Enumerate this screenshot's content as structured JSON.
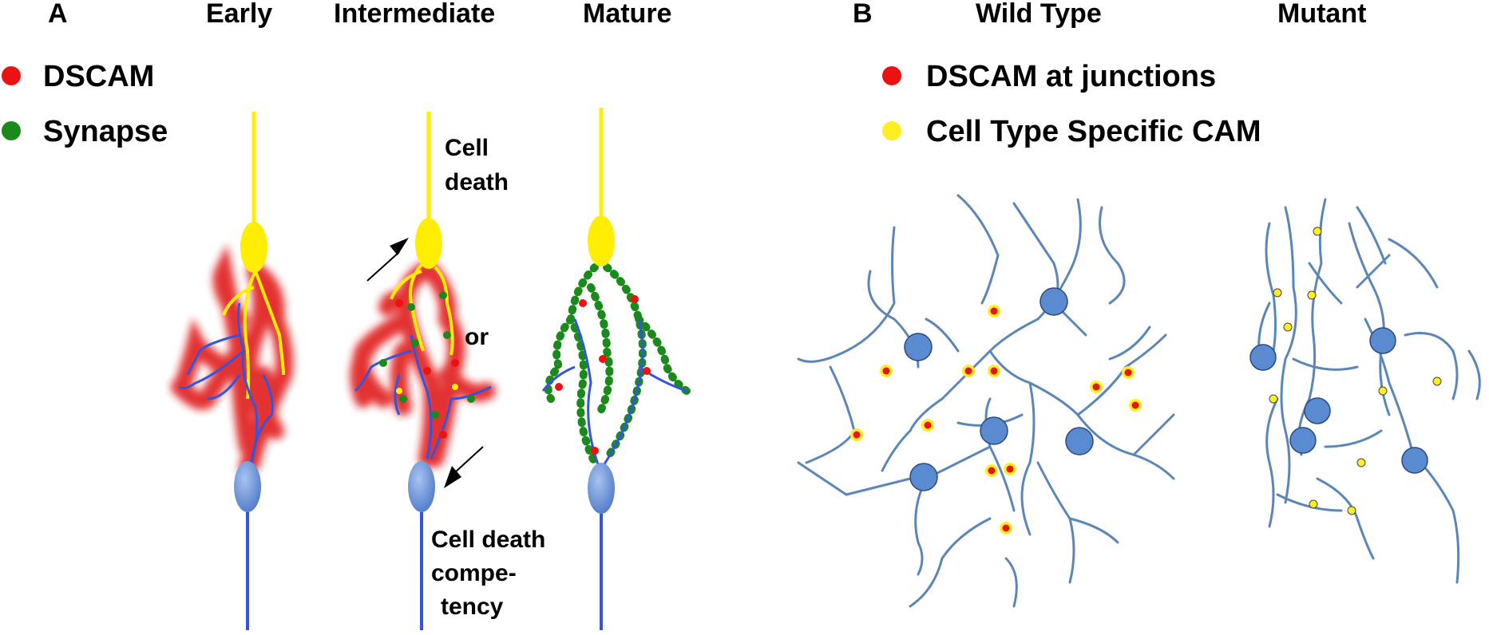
{
  "panel_a": {
    "letter": "A",
    "stage_labels": [
      "Early",
      "Intermediate",
      "Mature"
    ],
    "legend": [
      {
        "label": "DSCAM",
        "color": "#ee1111"
      },
      {
        "label": "Synapse",
        "color": "#1a8a1a"
      }
    ],
    "annotations": {
      "cell_death_line1": "Cell",
      "cell_death_line2": "death",
      "or": "or",
      "competency_line1": "Cell death",
      "competency_line2": "compe-",
      "competency_line3": "tency"
    }
  },
  "panel_b": {
    "letter": "B",
    "column_labels": [
      "Wild Type",
      "Mutant"
    ],
    "legend": [
      {
        "label": "DSCAM at junctions",
        "color": "#ee1111"
      },
      {
        "label": "Cell Type Specific CAM",
        "color": "#ffee22"
      }
    ]
  },
  "colors": {
    "yellow_cell": "#ffee00",
    "blue_cell": "#6a93d8",
    "blue_axon": "#3355dd",
    "dscam_glow": "#e01a1a",
    "synapse": "#1a8a1a",
    "network": "#5b86b8",
    "soma": "#5a8ad0"
  }
}
